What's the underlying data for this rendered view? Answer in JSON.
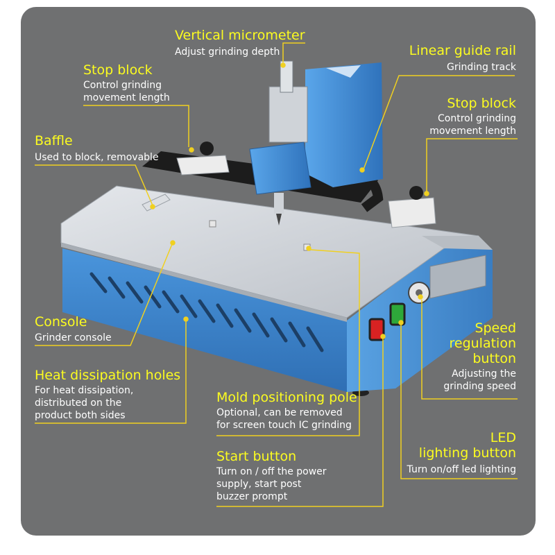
{
  "callouts": {
    "vertical_micrometer": {
      "title": "Vertical micrometer",
      "desc": "Adjust grinding depth"
    },
    "linear_guide_rail": {
      "title": "Linear guide rail",
      "desc": "Grinding track"
    },
    "stop_block_left": {
      "title": "Stop block",
      "desc": "Control grinding\nmovement length"
    },
    "stop_block_right": {
      "title": "Stop block",
      "desc": "Control grinding\nmovement length"
    },
    "baffle": {
      "title": "Baffle",
      "desc": "Used to block, removable"
    },
    "console": {
      "title": "Console",
      "desc": "Grinder console"
    },
    "heat_dissipation": {
      "title": "Heat dissipation holes",
      "desc": "For heat dissipation,\ndistributed on the\nproduct both sides"
    },
    "mold_positioning": {
      "title": "Mold positioning pole",
      "desc": "Optional, can be removed\nfor screen touch IC grinding"
    },
    "start_button": {
      "title": "Start button",
      "desc": "Turn on / off the power\nsupply, start post\nbuzzer prompt"
    },
    "speed_regulation": {
      "title": "Speed\nregulation\nbutton",
      "desc": "Adjusting the\ngrinding speed"
    },
    "led_lighting": {
      "title": "LED\nlighting button",
      "desc": "Turn on/off led lighting"
    }
  },
  "colors": {
    "panel_background": "#6f7071",
    "title_color": "#fcfc20",
    "leader_line": "#f0d020",
    "machine_blue": "#3f86cf",
    "plate_silver": "#cfd3d8"
  }
}
